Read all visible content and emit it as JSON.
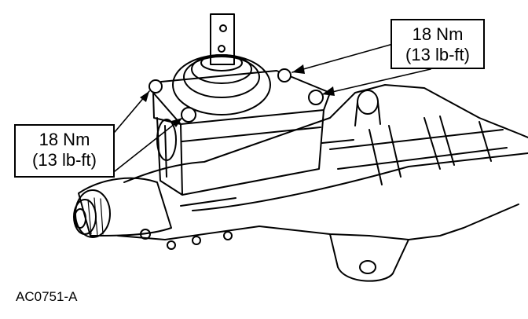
{
  "callouts": [
    {
      "torque_nm": "18 Nm",
      "torque_lbft": "(13 lb-ft)"
    },
    {
      "torque_nm": "18 Nm",
      "torque_lbft": "(13 lb-ft)"
    }
  ],
  "figure_id": "AC0751-A",
  "colors": {
    "line": "#000000",
    "background": "#ffffff"
  }
}
